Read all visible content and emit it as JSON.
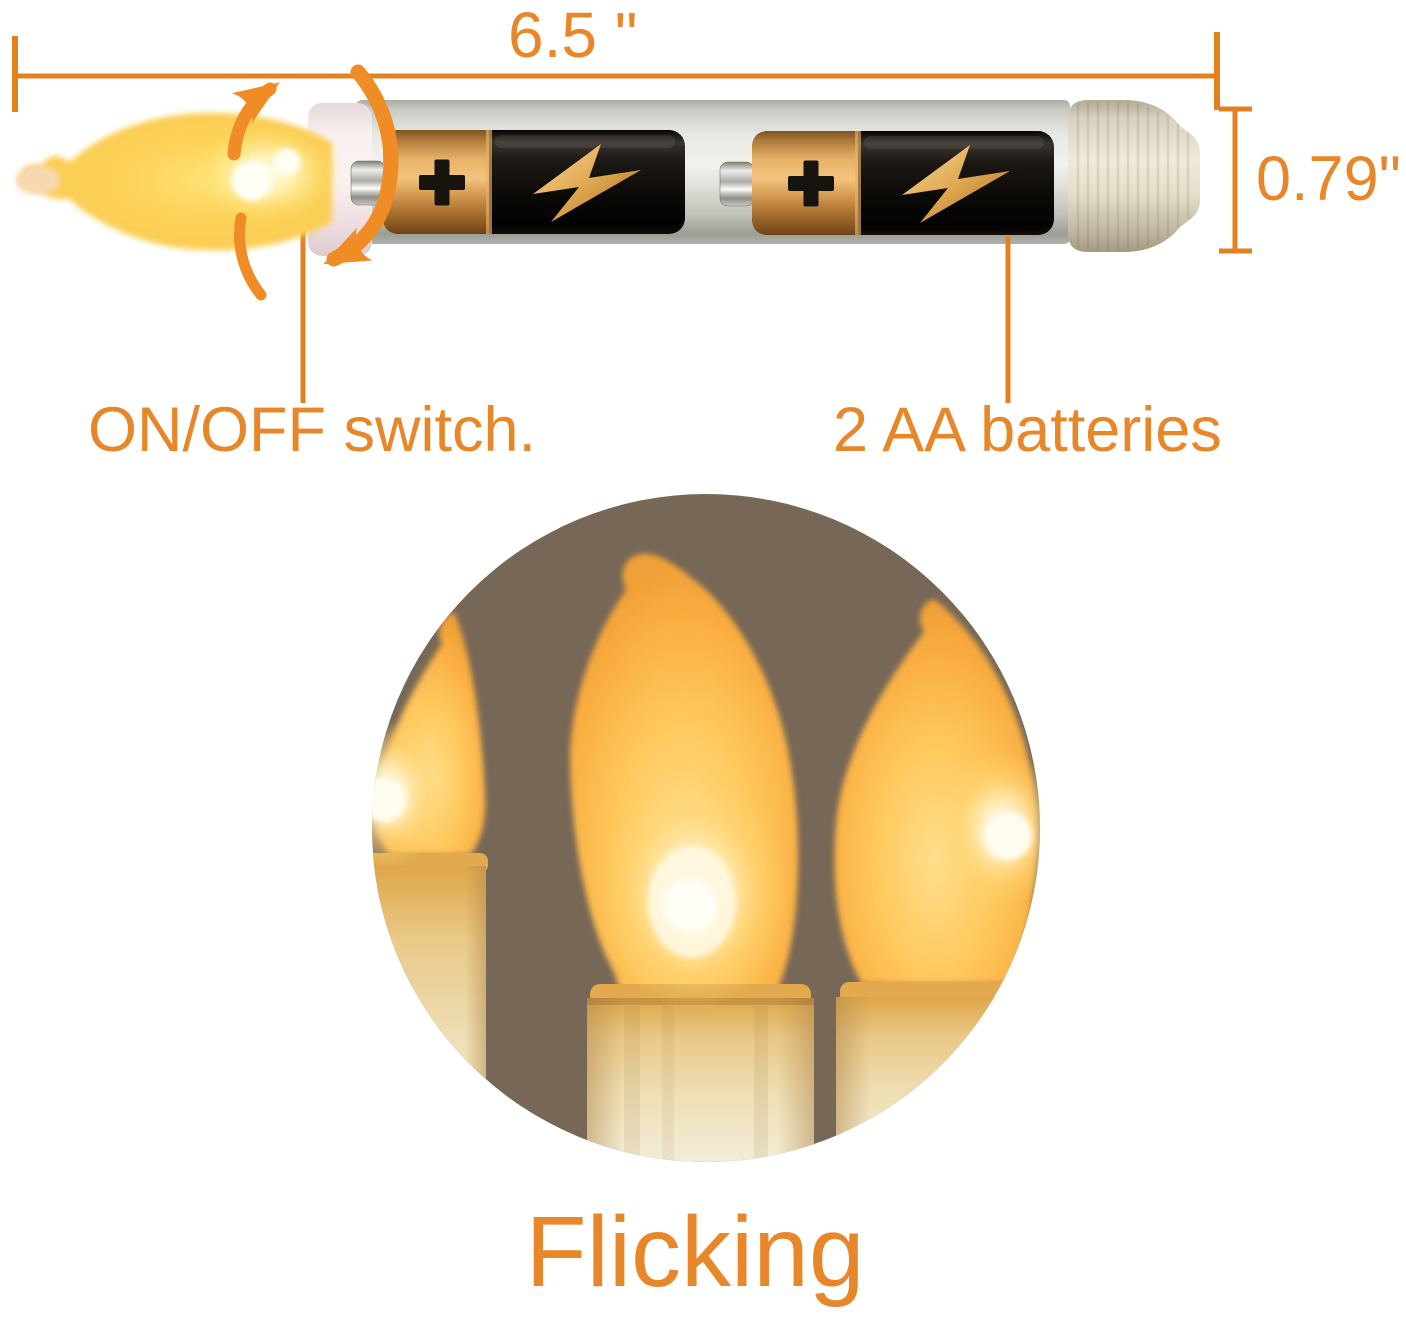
{
  "dimensions": {
    "length_label": "6.5 \"",
    "diameter_label": "0.79\""
  },
  "annotations": {
    "switch_label": "ON/OFF switch.",
    "battery_label": "2 AA batteries"
  },
  "inset": {
    "caption": "Flicking"
  },
  "icons": {
    "battery_positive": "plus-icon",
    "battery_power": "lightning-icon",
    "rotate": "rotate-arrow-icon"
  },
  "colors": {
    "annotation_orange": "#E8872A",
    "dimension_line_orange": "#E2811F",
    "arrow_orange": "#EF8C26",
    "candle_body_gray": "#D8D8D0",
    "cap_cream": "#DCD4C0",
    "collar_pink_white": "#F6ECEC",
    "battery_copper": "#C98A42",
    "battery_black": "#16120E",
    "flame_yellow": "#FFD44E",
    "inset_background": "#776757",
    "page_background": "#FFFFFF"
  }
}
